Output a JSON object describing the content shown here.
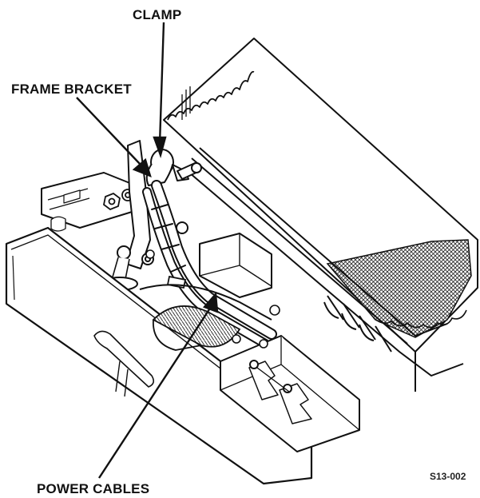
{
  "labels": {
    "clamp": "CLAMP",
    "frame_bracket": "FRAME BRACKET",
    "power_cables": "POWER CABLES"
  },
  "figure_id": "S13-002",
  "colors": {
    "ink": "#111111",
    "paper": "#ffffff",
    "shade": "#cfcfcf"
  }
}
